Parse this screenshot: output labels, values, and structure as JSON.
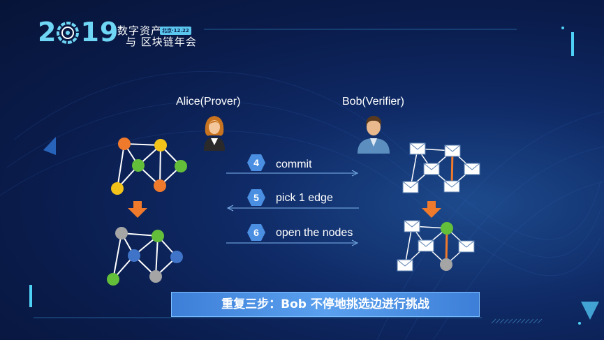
{
  "logo": {
    "year_a": "2",
    "year_b": "19",
    "line1": "数字资产",
    "line2": "与 区块链年会",
    "badge": "北京·12.22"
  },
  "roles": {
    "prover": "Alice(Prover)",
    "verifier": "Bob(Verifier)"
  },
  "steps": [
    {
      "number": "4",
      "label": "commit"
    },
    {
      "number": "5",
      "label": "pick 1 edge"
    },
    {
      "number": "6",
      "label": "open the nodes"
    }
  ],
  "caption": "重复三步：Bob 不停地挑选边进行挑战",
  "icons": {
    "alice": "woman-avatar-icon",
    "bob": "man-avatar-icon",
    "envelope": "envelope-icon",
    "arrow": "down-arrow-icon"
  },
  "colors": {
    "orange": "#f07a2c",
    "yellow": "#f4c319",
    "green": "#63bf3a",
    "blue": "#3f74c8",
    "gray": "#a5a5a5",
    "caption_bg": "#4a8fe2",
    "accent": "#5cc7ee"
  }
}
